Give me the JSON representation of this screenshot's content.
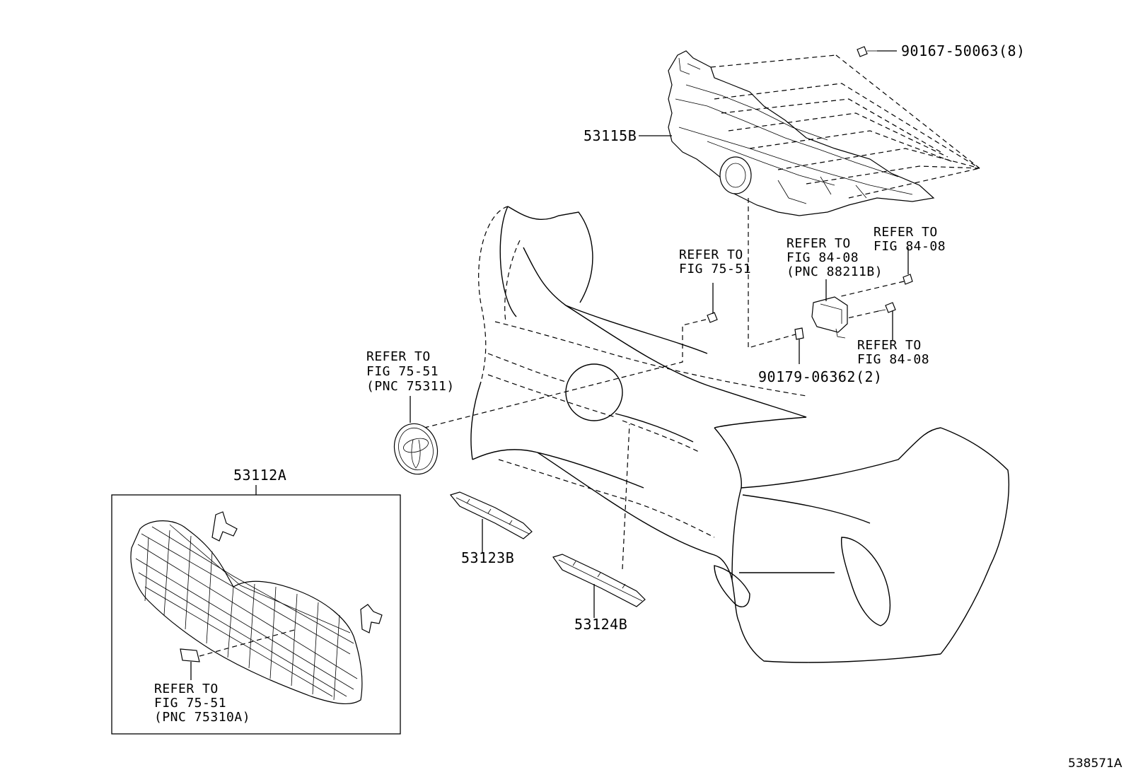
{
  "figure_id": "538571A",
  "parts": {
    "absorber": "53115B",
    "grille_sub": "53112A",
    "garnish_left": "53123B",
    "garnish_right": "53124B",
    "bolt_top": "90167-50063(8)",
    "clip_sensor": "90179-06362(2)"
  },
  "refs": {
    "emblem_grille": [
      "REFER TO",
      "FIG 75-51",
      "(PNC 75311)"
    ],
    "bolt_center": [
      "REFER TO",
      "FIG 75-51"
    ],
    "sensor": [
      "REFER TO",
      "FIG 84-08",
      "(PNC 88211B)"
    ],
    "sensor_bolt_top": [
      "REFER TO",
      "FIG 84-08"
    ],
    "sensor_bolt_side": [
      "REFER TO",
      "FIG 84-08"
    ],
    "grille_emblem": [
      "REFER TO",
      "FIG 75-51",
      "(PNC 75310A)"
    ]
  },
  "icons": [
    "bolt-icon",
    "clip-icon",
    "emblem-icon",
    "sensor-icon",
    "bracket-icon"
  ]
}
